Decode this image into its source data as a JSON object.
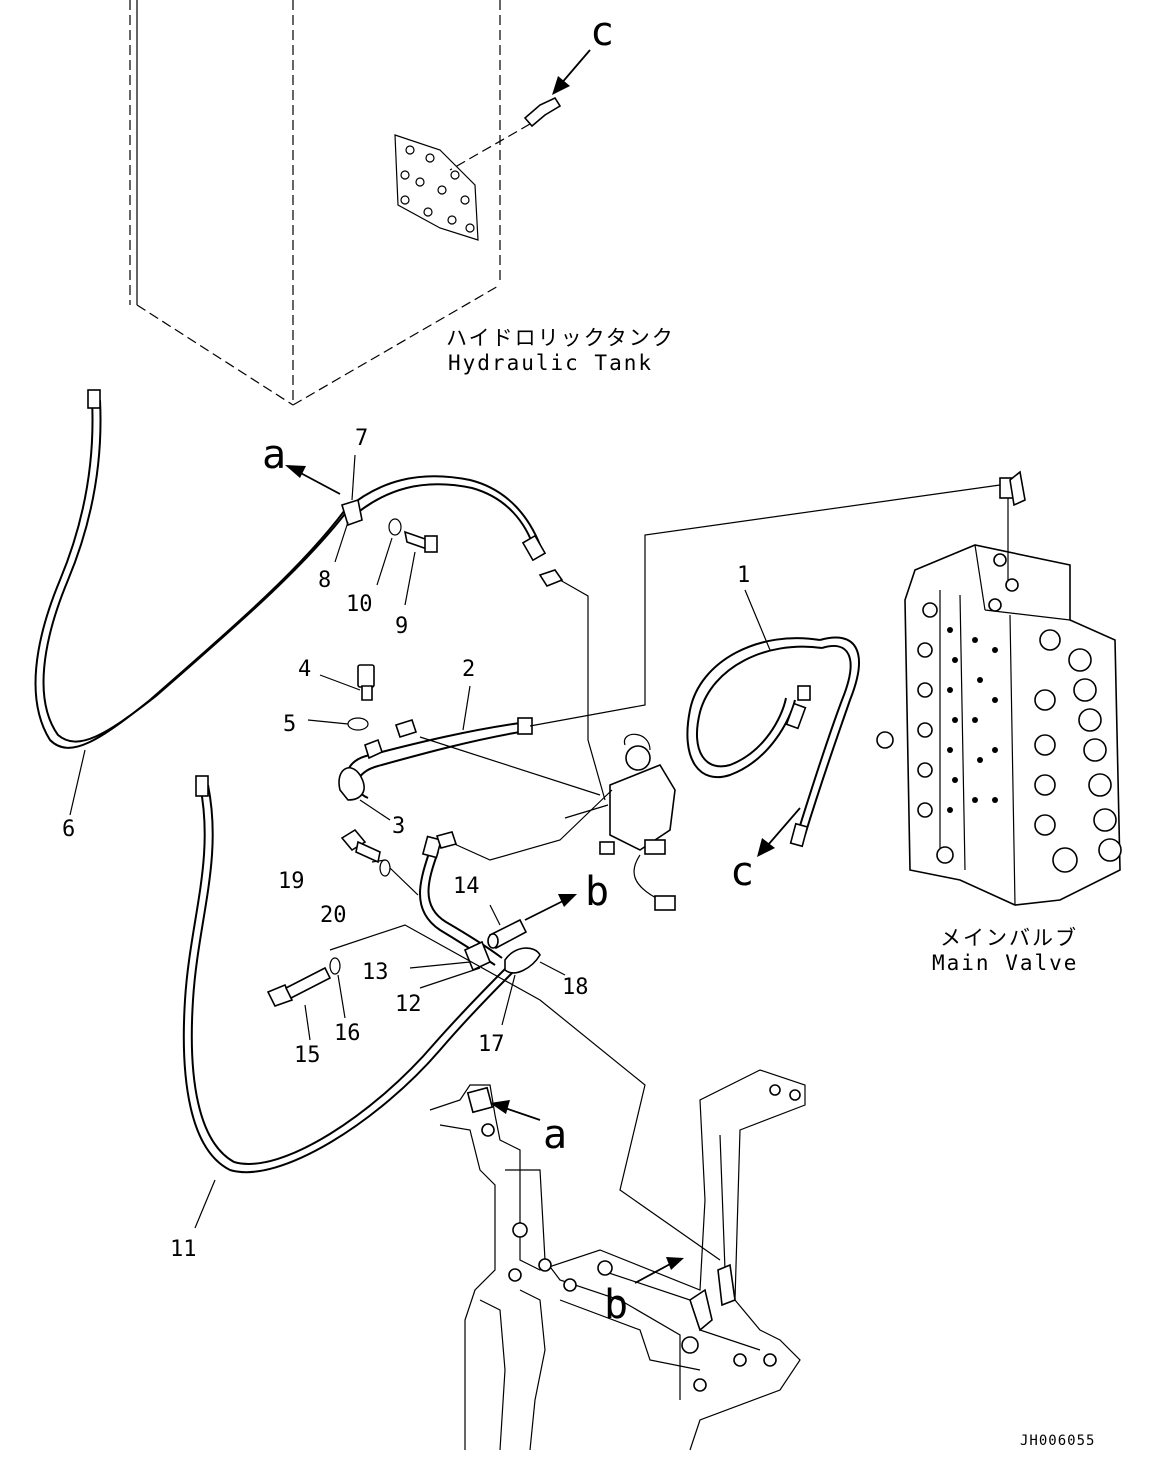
{
  "labels": {
    "tank_jp": "ハイドロリックタンク",
    "tank_en": "Hydraulic Tank",
    "valve_jp": "メインバルブ",
    "valve_en": "Main Valve",
    "drawing_code": "JH006055"
  },
  "callouts": [
    "1",
    "2",
    "3",
    "4",
    "5",
    "6",
    "7",
    "8",
    "9",
    "10",
    "11",
    "12",
    "13",
    "14",
    "15",
    "16",
    "17",
    "18",
    "19",
    "20"
  ],
  "view_refs": {
    "a": "a",
    "b": "b",
    "c": "c"
  }
}
